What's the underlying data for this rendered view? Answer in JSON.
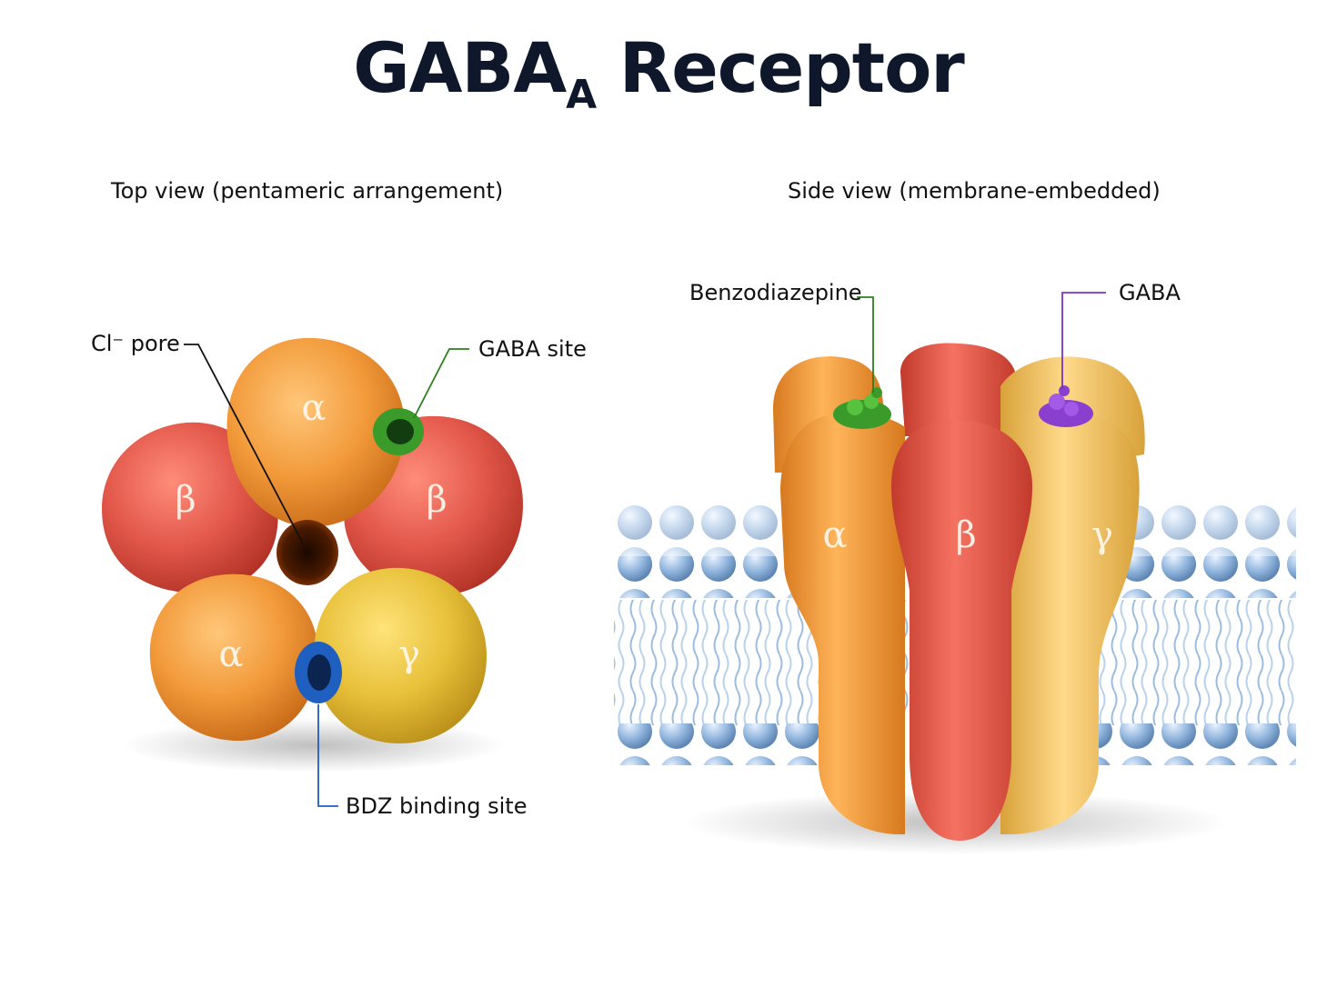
{
  "title": {
    "main": "GABA",
    "subscript": "A",
    "rest": " Receptor"
  },
  "views": {
    "top_label": "Top view (pentameric arrangement)",
    "side_label": "Side view (membrane-embedded)"
  },
  "callouts": {
    "cl_pore": "Cl⁻ pore",
    "gaba_site": "GABA site",
    "bdz_site": "BDZ binding site",
    "benzodiazepine": "Benzodiazepine",
    "gaba": "GABA"
  },
  "subunits": {
    "top": {
      "alpha_top": "α",
      "beta_left": "β",
      "beta_right": "β",
      "alpha_bottom": "α",
      "gamma": "γ"
    },
    "side": {
      "alpha": "α",
      "beta": "β",
      "gamma": "γ"
    }
  },
  "colors": {
    "alpha": "#f29a3a",
    "beta": "#e2574a",
    "gamma": "#e8c13a",
    "gaba_site": "#3a9a2a",
    "bdz_site": "#1f5fbf",
    "gaba_ligand": "#8a3fcf",
    "bdz_ligand": "#3a9a2a",
    "membrane": "#8fb4dc"
  }
}
